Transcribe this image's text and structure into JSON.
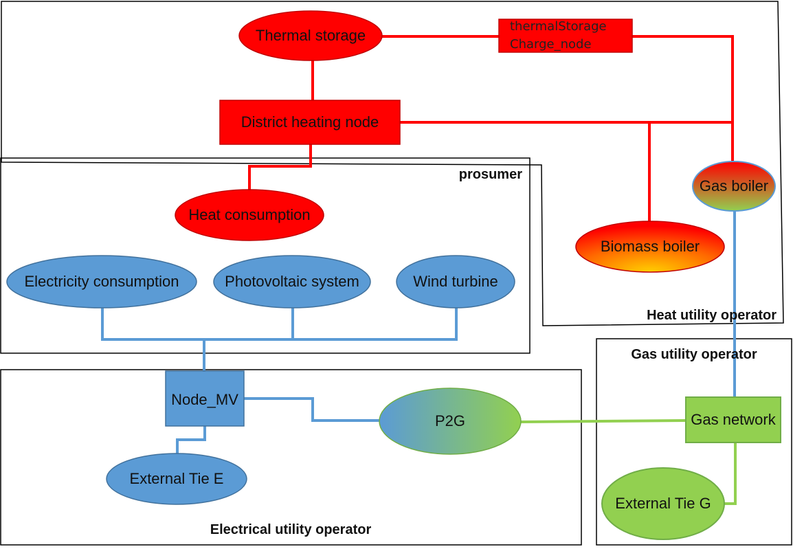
{
  "regions": {
    "heat_utility": "Heat utility operator",
    "prosumer": "prosumer",
    "electrical_utility": "Electrical utility operator",
    "gas_utility": "Gas utility operator"
  },
  "nodes": {
    "thermal_storage": "Thermal storage",
    "thermal_storage_charge_line1": "thermalStorage",
    "thermal_storage_charge_line2": "Charge_node",
    "district_heating_node": "District heating node",
    "heat_consumption": "Heat consumption",
    "gas_boiler": "Gas boiler",
    "biomass_boiler": "Biomass boiler",
    "electricity_consumption": "Electricity consumption",
    "photovoltaic_system": "Photovoltaic system",
    "wind_turbine": "Wind turbine",
    "node_mv": "Node_MV",
    "external_tie_e": "External Tie E",
    "p2g": "P2G",
    "gas_network": "Gas network",
    "external_tie_g": "External Tie G"
  },
  "colors": {
    "heat": "#ff0000",
    "electric": "#5b9bd5",
    "gas": "#92d050",
    "border": "#000000"
  }
}
